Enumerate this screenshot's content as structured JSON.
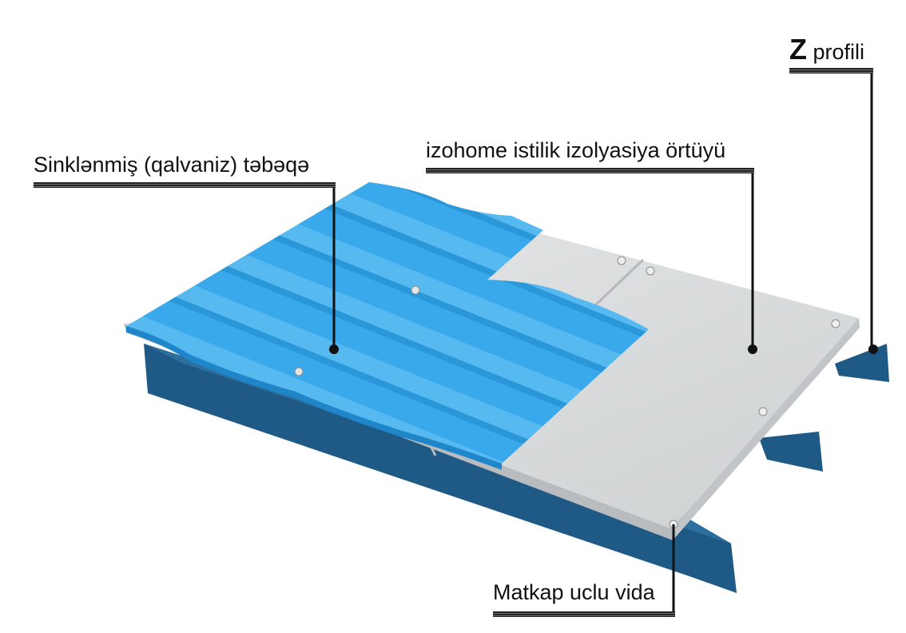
{
  "labels": {
    "galvanized_sheet": "Sinklənmiş (qalvaniz) təbəqə",
    "insulation_cover": "izohome istilik izolyasiya örtüyü",
    "z_profile_letter": "Z",
    "z_profile_word": "profili",
    "drill_screw": "Matkap uclu vida"
  },
  "colors": {
    "sheet_blue": "#3aa9ec",
    "sheet_blue_dark": "#1f86c9",
    "board_grey": "#d8dadb",
    "profile_navy": "#1f5a86",
    "leader": "#111111"
  }
}
